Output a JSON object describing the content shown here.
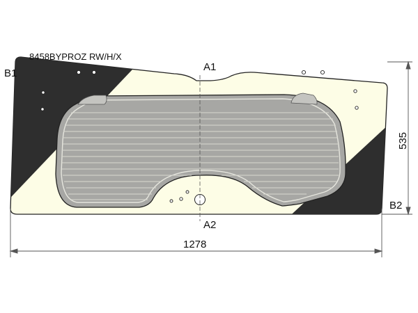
{
  "part_code": "8458BYPROZ RW/H/X",
  "labels": {
    "a1": "A1",
    "a2": "A2",
    "b1": "B1",
    "b2": "B2"
  },
  "dimensions": {
    "height": "535",
    "width": "1278"
  },
  "colors": {
    "glass_fill": "#fdfde6",
    "black_print": "#2e2e2e",
    "heated_area": "#a7a7a4",
    "outline": "#222222",
    "dim_line": "#555555",
    "heater_lines": "#d8d8d0"
  }
}
